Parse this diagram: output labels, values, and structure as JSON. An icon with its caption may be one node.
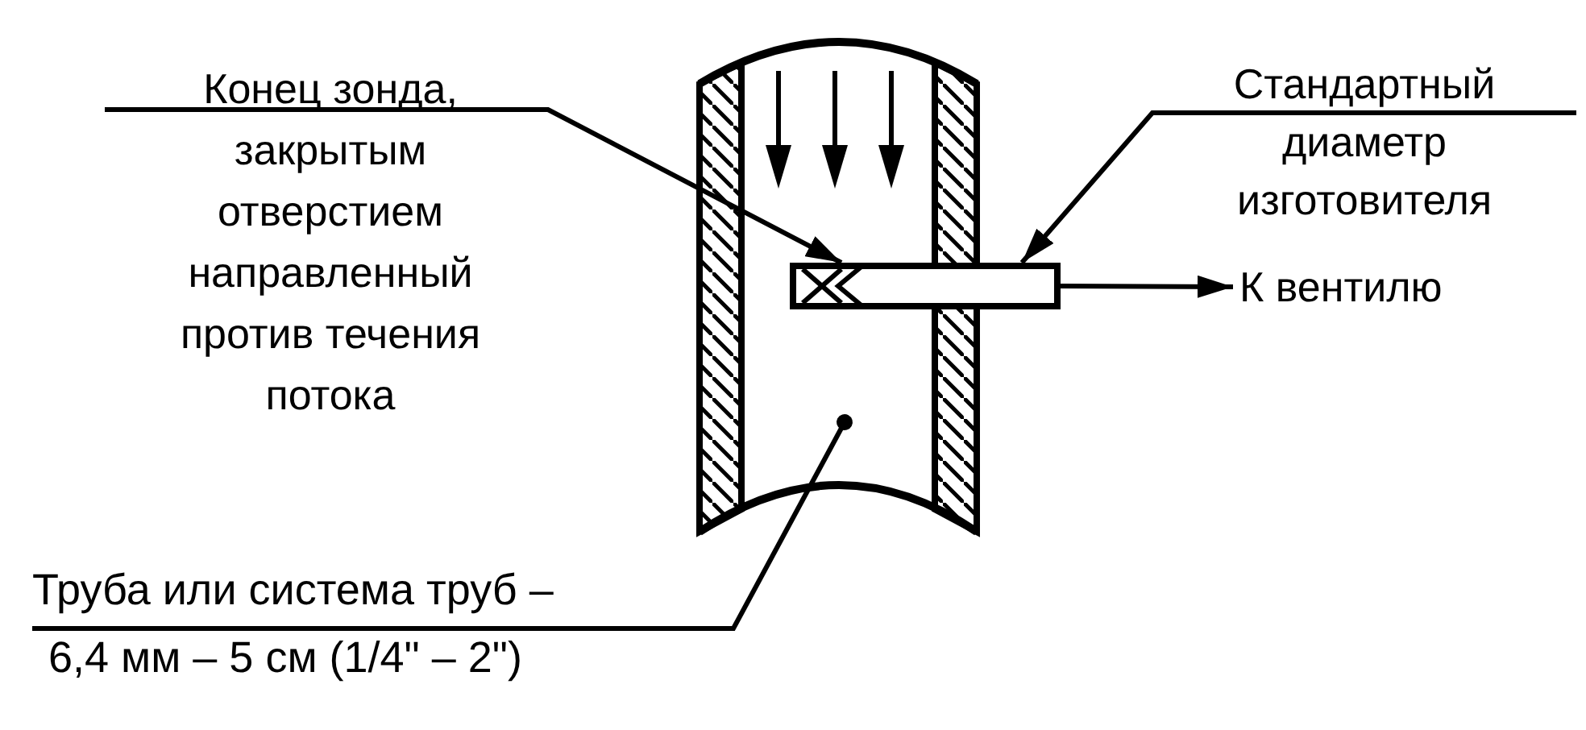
{
  "diagram": {
    "nodes": [
      {
        "text": [
          "Конец зонда, закрытым отверстием направленный против течения потока"
        ]
      },
      {
        "text": [],
        "shape": "picture"
      },
      {
        "text": [],
        "shape": "bar"
      },
      {
        "text": [
          "Стандартный диаметр изготовителя"
        ]
      },
      {
        "text": [
          "К вентилю"
        ]
      },
      {
        "text": [
          "Труба или система труб –",
          "6,4 мм – 5 см (1/4\" – 2\")"
        ]
      }
    ],
    "edges": [
      {
        "from": 0,
        "to": 2,
        "arrow": "to"
      },
      {
        "from": 3,
        "to": 2,
        "arrow": "to"
      },
      {
        "from": 2,
        "to": 4,
        "arrow": "to"
      },
      {
        "from": 5,
        "to": 1,
        "arrow": "other"
      }
    ]
  }
}
